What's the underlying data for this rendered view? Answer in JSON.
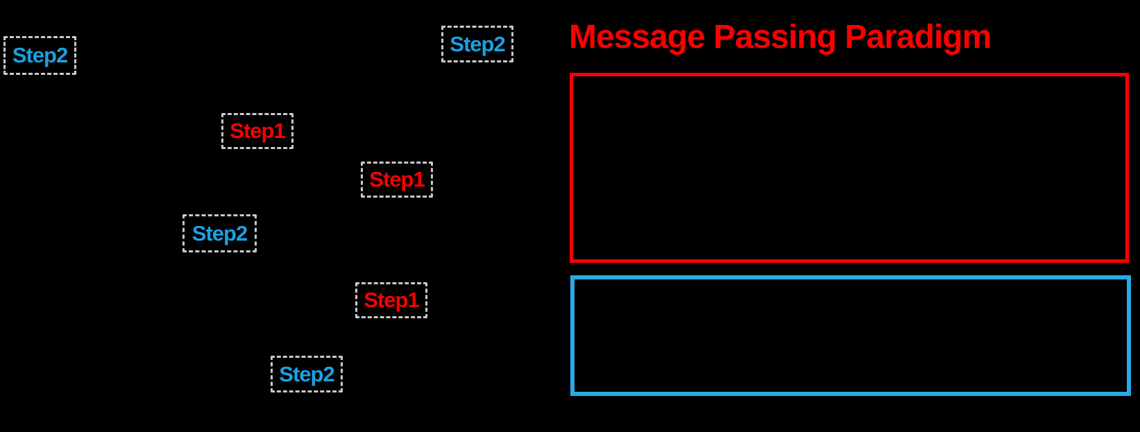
{
  "header": {
    "title": "Message Passing Paradigm"
  },
  "diagram": {
    "steps": [
      {
        "label": "Step2",
        "kind": "step2"
      },
      {
        "label": "Step2",
        "kind": "step2"
      },
      {
        "label": "Step1",
        "kind": "step1"
      },
      {
        "label": "Step1",
        "kind": "step1"
      },
      {
        "label": "Step2",
        "kind": "step2"
      },
      {
        "label": "Step1",
        "kind": "step1"
      },
      {
        "label": "Step2",
        "kind": "step2"
      }
    ],
    "panels": [
      {
        "name": "step1-panel",
        "border_color": "#ff0000",
        "content": ""
      },
      {
        "name": "step2-panel",
        "border_color": "#29abe2",
        "content": ""
      }
    ]
  },
  "colors": {
    "background": "#000000",
    "title_red": "#ff0000",
    "step1_red": "#ff0000",
    "step2_blue": "#1ba1e2",
    "dashed_box_border": "#c9c9c9",
    "red_panel_border": "#ff0000",
    "blue_panel_border": "#29abe2"
  }
}
